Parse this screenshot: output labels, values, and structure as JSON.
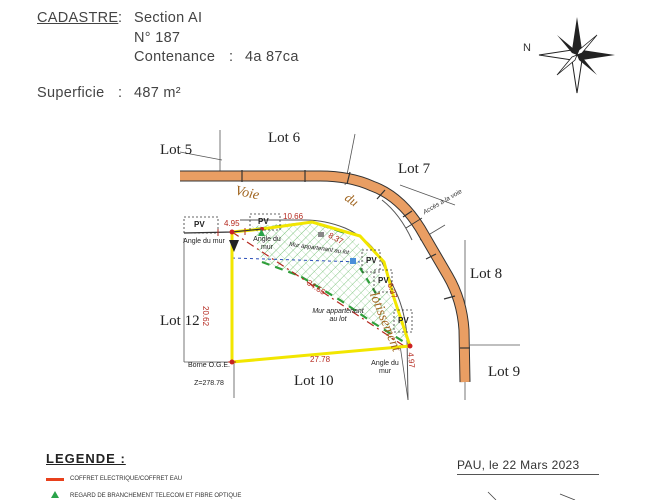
{
  "cadastre": {
    "label": "CADASTRE",
    "separator": ":",
    "section": "Section AI",
    "number": "N° 187",
    "contenance_label": "Contenance",
    "contenance_value": "4a 87ca"
  },
  "superficie": {
    "label": "Superficie",
    "value": "487 m²"
  },
  "lots": {
    "lot5": "Lot 5",
    "lot6": "Lot 6",
    "lot7": "Lot 7",
    "lot8": "Lot 8",
    "lot9": "Lot 9",
    "lot10": "Lot 10",
    "lot12": "Lot 12"
  },
  "road": {
    "word1": "Voie",
    "word2": "du",
    "word3": "lotissement",
    "access": "Accès à la voie"
  },
  "dimensions": {
    "d1": "4.95",
    "d2": "10.66",
    "d3": "8.37",
    "d4": "6.37",
    "d5": "4.97",
    "d6": "27.78",
    "d7": "20.62",
    "d8": "34.56"
  },
  "annotations": {
    "pv": "PV",
    "angle_mur_1": "Angle du mur",
    "angle_mur_2": "Angle du mur",
    "angle_mur_3": "Angle du mur",
    "mur_lot_1": "Mur appartenant au lot",
    "mur_lot_2": "Mur appartenant au lot",
    "borne": "Borne O.G.E.",
    "borne_z": "Z=278.78"
  },
  "legend": {
    "title": "LEGENDE :",
    "items": [
      {
        "label": "COFFRET ELECTRIQUE/COFFRET EAU",
        "color": "#e8401c"
      },
      {
        "label": "REGARD DE BRANCHEMENT TELECOM ET FIBRE OPTIQUE",
        "color": "#2aa34a"
      }
    ]
  },
  "date_line": "PAU, le 22 Mars 2023",
  "compass_letter": "N",
  "colors": {
    "road_band": "#e99e63",
    "parcel_border": "#f2e600",
    "dimension_red": "#b5291f",
    "hatch_green": "#2f9e3a",
    "dashed_blue": "#2b4fb8"
  }
}
